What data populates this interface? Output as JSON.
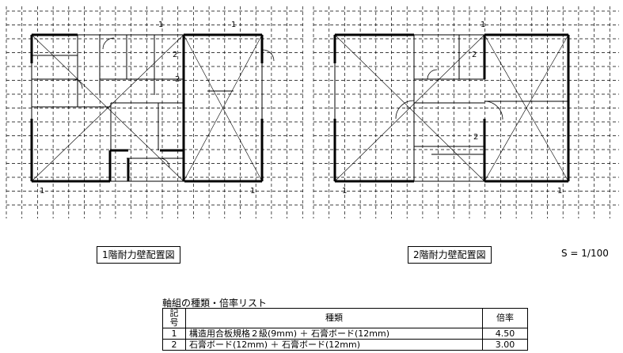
{
  "plans": [
    {
      "caption": "1階耐力壁配置図"
    },
    {
      "caption": "2階耐力壁配置図"
    }
  ],
  "scale": "S = 1/100",
  "legend": {
    "title": "軸組の種類・倍率リスト",
    "headers": {
      "code": "記号",
      "type": "種類",
      "ratio": "倍率"
    },
    "rows": [
      {
        "code": "1",
        "type": "構造用合板規格２級(9mm) ＋ 石膏ボード(12mm)",
        "ratio": "4.50"
      },
      {
        "code": "2",
        "type": "石膏ボード(12mm) ＋ 石膏ボード(12mm)",
        "ratio": "3.00"
      }
    ]
  },
  "marks": [
    "1",
    "1",
    "1",
    "1",
    "1",
    "1",
    "1",
    "2",
    "2",
    "2",
    "2"
  ]
}
